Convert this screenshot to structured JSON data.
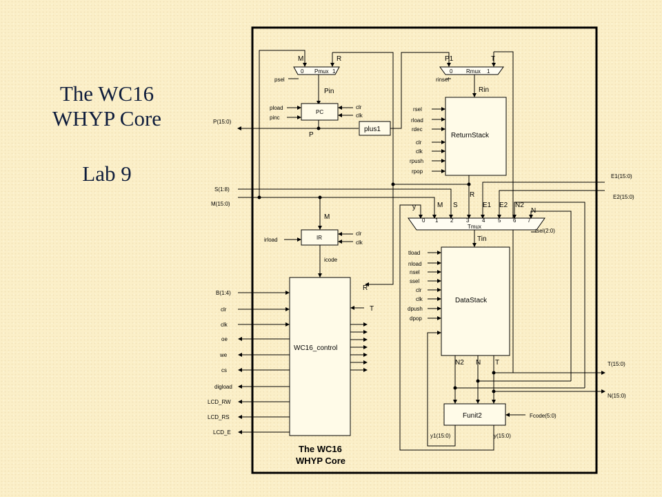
{
  "slide": {
    "title_lines": [
      "The WC16",
      "WHYP Core"
    ],
    "subtitle": "Lab 9"
  },
  "diagram": {
    "core_title_lines": [
      "The WC16",
      "WHYP Core"
    ],
    "pmux": {
      "label": "Pmux",
      "in0": "M",
      "in1": "R",
      "sel": "psel",
      "idx0": "0",
      "idx1": "1",
      "out": "Pin"
    },
    "rmux": {
      "label": "Rmux",
      "in0": "P1",
      "in1": "T",
      "sel": "rinsel",
      "idx0": "0",
      "idx1": "1",
      "out": "Rin"
    },
    "pc": {
      "label": "PC",
      "inputs_left": [
        "pload",
        "pinc"
      ],
      "inputs_right": [
        "clr",
        "clk"
      ],
      "out": "P"
    },
    "plus1": {
      "label": "plus1"
    },
    "return_stack": {
      "label": "ReturnStack",
      "inputs": [
        "rsel",
        "rload",
        "rdec",
        "clr",
        "clk",
        "rpush",
        "rpop"
      ],
      "out": "R"
    },
    "ir": {
      "label": "IR",
      "input_left": "irload",
      "inputs_right": [
        "clr",
        "clk"
      ],
      "in": "M",
      "out": "icode"
    },
    "tmux": {
      "label": "Tmux",
      "inputs": [
        "y",
        "M",
        "S",
        "R",
        "E1",
        "E2",
        "N2",
        "N"
      ],
      "indices": [
        "0",
        "1",
        "2",
        "3",
        "4",
        "5",
        "6",
        "7"
      ],
      "sel": "tsel(2:0)",
      "out": "Tin"
    },
    "data_stack": {
      "label": "DataStack",
      "inputs": [
        "tload",
        "nload",
        "nsel",
        "ssel",
        "clr",
        "clk",
        "dpush",
        "dpop"
      ],
      "outs": [
        "N2",
        "N",
        "T"
      ]
    },
    "control": {
      "label": "WC16_control",
      "inputs": [
        "B(1:4)",
        "clr",
        "clk"
      ],
      "outputs": [
        "oe",
        "we",
        "cs",
        "digload",
        "LCD_RW",
        "LCD_RS",
        "LCD_E"
      ],
      "in_r": "R",
      "in_t": "T"
    },
    "funit": {
      "label": "Funit2",
      "fcode": "Fcode(5:0)",
      "y1": "y1(15:0)",
      "y": "y(15:0)"
    },
    "ports": {
      "p": "P(15:0)",
      "s": "S(1:8)",
      "m": "M(15:0)",
      "e1": "E1(15:0)",
      "e2": "E2(15:0)",
      "t": "T(15:0)",
      "n": "N(15:0)"
    }
  }
}
